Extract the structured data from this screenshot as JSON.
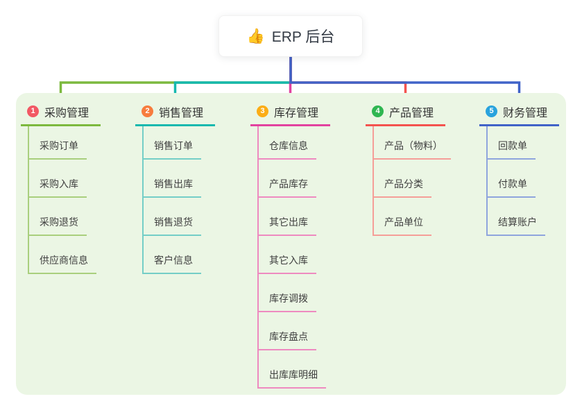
{
  "root": {
    "icon": "👍",
    "label": "ERP 后台"
  },
  "canvas_bg": "#EBF6E4",
  "branches": [
    {
      "num": "1",
      "label": "采购管理",
      "color": "#7CB93E",
      "light_color": "#A9CF7D",
      "badge_color": "#F25864",
      "children": [
        "采购订单",
        "采购入库",
        "采购退货",
        "供应商信息"
      ]
    },
    {
      "num": "2",
      "label": "销售管理",
      "color": "#16B9AE",
      "light_color": "#74CEC7",
      "badge_color": "#F77C3D",
      "children": [
        "销售订单",
        "销售出库",
        "销售退货",
        "客户信息"
      ]
    },
    {
      "num": "3",
      "label": "库存管理",
      "color": "#E2429F",
      "light_color": "#EE8AC0",
      "badge_color": "#FBAD16",
      "children": [
        "仓库信息",
        "产品库存",
        "其它出库",
        "其它入库",
        "库存调拨",
        "库存盘点",
        "出库库明细"
      ]
    },
    {
      "num": "4",
      "label": "产品管理",
      "color": "#F4534F",
      "light_color": "#F59E98",
      "badge_color": "#2FB651",
      "children": [
        "产品（物料）",
        "产品分类",
        "产品单位"
      ]
    },
    {
      "num": "5",
      "label": "财务管理",
      "color": "#4063C8",
      "light_color": "#8FA5DD",
      "badge_color": "#29A3DD",
      "children": [
        "回款单",
        "付款单",
        "结算账户"
      ]
    }
  ]
}
